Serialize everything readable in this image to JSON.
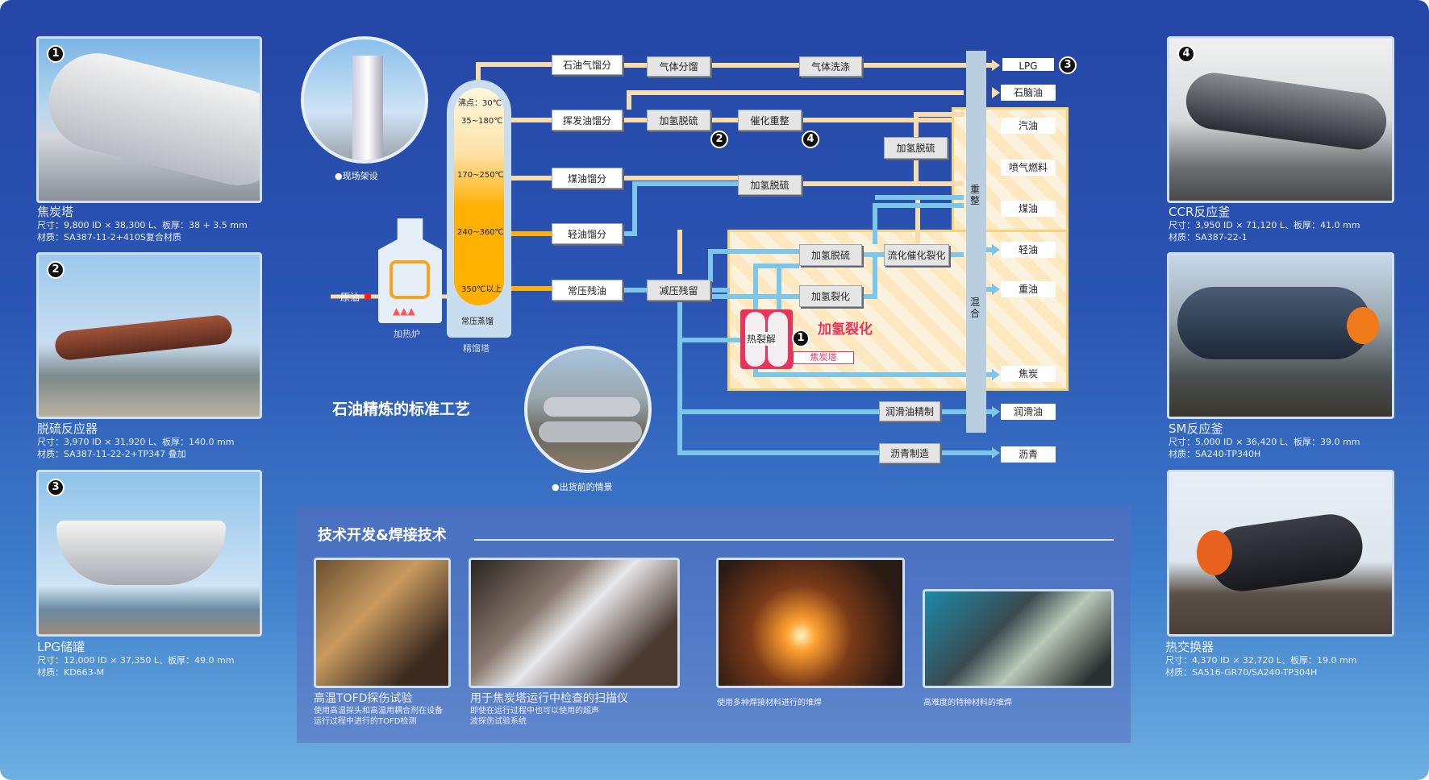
{
  "left_items": [
    {
      "num": "1",
      "title": "焦炭塔",
      "size": "尺寸：9,800 ID × 38,300 L、板厚：38 + 3.5 mm",
      "material": "材质：SA387-11-2+410S复合材质"
    },
    {
      "num": "2",
      "title": "脱硫反应器",
      "size": "尺寸：3,970 ID × 31,920 L、板厚：140.0 mm",
      "material": "材质：SA387-11-22-2+TP347 叠加"
    },
    {
      "num": "3",
      "title": "LPG储罐",
      "size": "尺寸：12,000 ID × 37,350 L、板厚：49.0 mm",
      "material": "材质：KD663-M"
    }
  ],
  "right_items": [
    {
      "num": "4",
      "title": "CCR反应釜",
      "size": "尺寸：3,950 ID × 71,120 L、板厚：41.0 mm",
      "material": "材质：SA387-22-1"
    },
    {
      "title": "SM反应釜",
      "size": "尺寸：5,000 ID × 36,420 L、板厚：39.0 mm",
      "material": "材质：SA240-TP340H"
    },
    {
      "title": "热交换器",
      "size": "尺寸：4,370 ID × 32,720 L、板厚：19.0 mm",
      "material": "材质：SA516-GR70/SA240-TP304H"
    }
  ],
  "process": {
    "title": "石油精炼的标准工艺",
    "site_label": "●现场架设",
    "shipping_label": "●出货前的情景",
    "crude": "原油",
    "furnace": "加热炉",
    "column": "精馏塔",
    "column_inner": "常压蒸馏",
    "temps": [
      "沸点：30℃",
      "35~180℃",
      "170~250℃",
      "240~360℃",
      "350℃以上"
    ],
    "fractions": [
      "石油气馏分",
      "挥发油馏分",
      "煤油馏分",
      "轻油馏分",
      "常压残油"
    ],
    "units": {
      "gas_frac": "气体分馏",
      "gas_wash": "气体洗涤",
      "hds1": "加氢脱硫",
      "reform": "催化重整",
      "hds2": "加氢脱硫",
      "vac": "减压残留",
      "hds3": "加氢脱硫",
      "hydrocrack": "加氢裂化",
      "fcc": "流化催化裂化",
      "hds4": "加氢脱硫",
      "thermal": "热裂解",
      "coker": "焦炭塔",
      "hydrocrack_red": "加氢裂化",
      "lube": "润滑油精制",
      "asphalt": "沥青制造"
    },
    "mix_top": "重整",
    "mix_bottom": "混合",
    "markers": [
      "1",
      "2",
      "3",
      "4"
    ],
    "outputs": [
      "LPG",
      "石脑油",
      "汽油",
      "喷气燃料",
      "煤油",
      "轻油",
      "重油",
      "焦炭",
      "润滑油",
      "沥青"
    ]
  },
  "tech": {
    "title": "技术开发&焊接技术",
    "photos": [
      {
        "title": "高温TOFD探伤试验",
        "desc1": "使用高温探头和高温用耦合剂在设备",
        "desc2": "运行过程中进行的TOFD检测"
      },
      {
        "title": "用于焦炭塔运行中检查的扫描仪",
        "desc1": "即使在运行过程中也可以使用的超声",
        "desc2": "波探伤试验系统"
      },
      {
        "desc1": "使用多种焊接材料进行的堆焊"
      },
      {
        "desc1": "高难度的特种材料的堆焊"
      }
    ]
  },
  "colors": {
    "bg_top": "#2446a6",
    "cream_pipe": "#f8dcae",
    "blue_pipe": "#7cc6ea",
    "red": "#e8345a",
    "orange": "#ffb000"
  }
}
